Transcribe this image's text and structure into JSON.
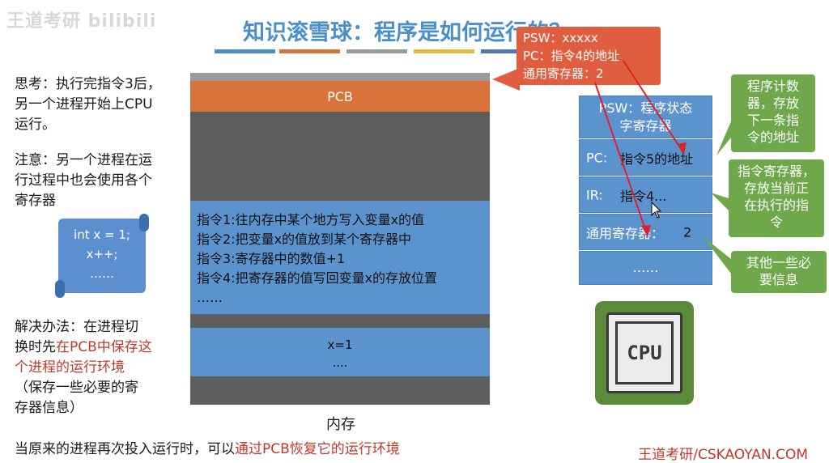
{
  "watermark": "王道考研 bilibili",
  "title": "知识滚雪球：程序是如何运行的？",
  "stripe_colors": [
    "#4a8fc8",
    "#d9733b",
    "#9a9a9a",
    "#e6b93c",
    "#4a78b8"
  ],
  "left": {
    "think": [
      "思考：执行完指令3后，",
      "另一个进程开始上CPU",
      "运行。"
    ],
    "note": [
      "注意：另一个进程在运",
      "行过程中也会使用各个",
      "寄存器"
    ],
    "code": [
      "int x = 1;",
      "x++;",
      "……"
    ],
    "solution_line1": "解决办法：在进程切",
    "solution_line2a": "换时先",
    "solution_line2b": "在PCB中保存这",
    "solution_line3": "个进程的运行环境",
    "solution_line4": "（保存一些必要的寄",
    "solution_line5": "存器信息）"
  },
  "memory": {
    "pcb_label": "PCB",
    "instructions": [
      "指令1:往内存中某个地方写入变量x的值",
      "指令2:把变量x的值放到某个寄存器中",
      "指令3:寄存器中的数值+1",
      "指令4:把寄存器的值写回变量x的存放位置",
      "……"
    ],
    "data_line1": "x=1",
    "data_line2": "....",
    "label": "内存"
  },
  "callout": {
    "psw": "PSW：xxxxx",
    "pc": "PC：指令4的地址",
    "gr": "通用寄存器：2"
  },
  "registers": {
    "psw_line1": "PSW：程序状态",
    "psw_line2": "字寄存器",
    "pc_label": "PC:",
    "pc_value": "指令5的地址",
    "ir_label": "IR:",
    "ir_value": "指令4...",
    "gr_label": "通用寄存器：",
    "gr_value": "2",
    "more": "……"
  },
  "notes": {
    "pc_note": [
      "程序计数",
      "器，存放",
      "下一条指",
      "令的地址"
    ],
    "ir_note": [
      "指令寄存器，",
      "存放当前正",
      "在执行的指",
      "令"
    ],
    "other_note": [
      "其他一些必",
      "要信息"
    ]
  },
  "cpu_label": "CPU",
  "bottom": {
    "text_a": "当原来的进程再次投入运行时，可以",
    "text_b": "通过PCB恢复它的运行环境"
  },
  "brand": "王道考研/CSKAOYAN.COM"
}
